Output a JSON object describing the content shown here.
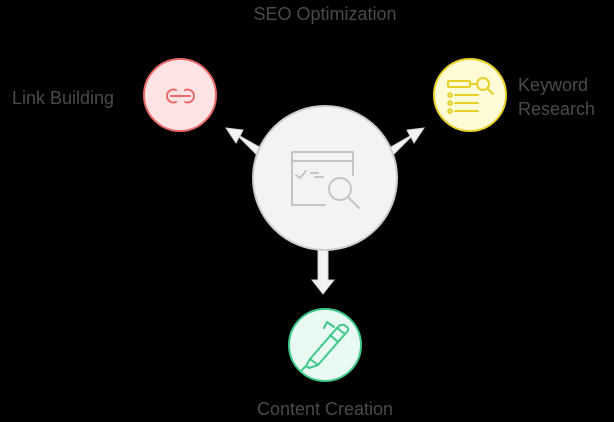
{
  "title": "SEO Optimization",
  "center": {
    "label": "SEO Optimization",
    "icon": "browser-search-checklist-icon",
    "fill": "#f3f3f3",
    "stroke": "#cccccc"
  },
  "nodes": [
    {
      "id": "link-building",
      "label": "Link Building",
      "icon": "link-icon",
      "fill": "#fde3e3",
      "stroke": "#e86a6a"
    },
    {
      "id": "keyword-research",
      "label_line1": "Keyword",
      "label_line2": "Research",
      "icon": "list-search-icon",
      "fill": "#fefbd6",
      "stroke": "#e6d12a"
    },
    {
      "id": "content-creation",
      "label": "Content Creation",
      "icon": "pen-icon",
      "fill": "#e8faf2",
      "stroke": "#3ec98a"
    }
  ],
  "arrows": [
    {
      "from": "center",
      "to": "link-building",
      "color": "#f3f3f3"
    },
    {
      "from": "center",
      "to": "keyword-research",
      "color": "#f3f3f3"
    },
    {
      "from": "center",
      "to": "content-creation",
      "color": "#f3f3f3"
    }
  ],
  "text_color": "#4a4a4a"
}
